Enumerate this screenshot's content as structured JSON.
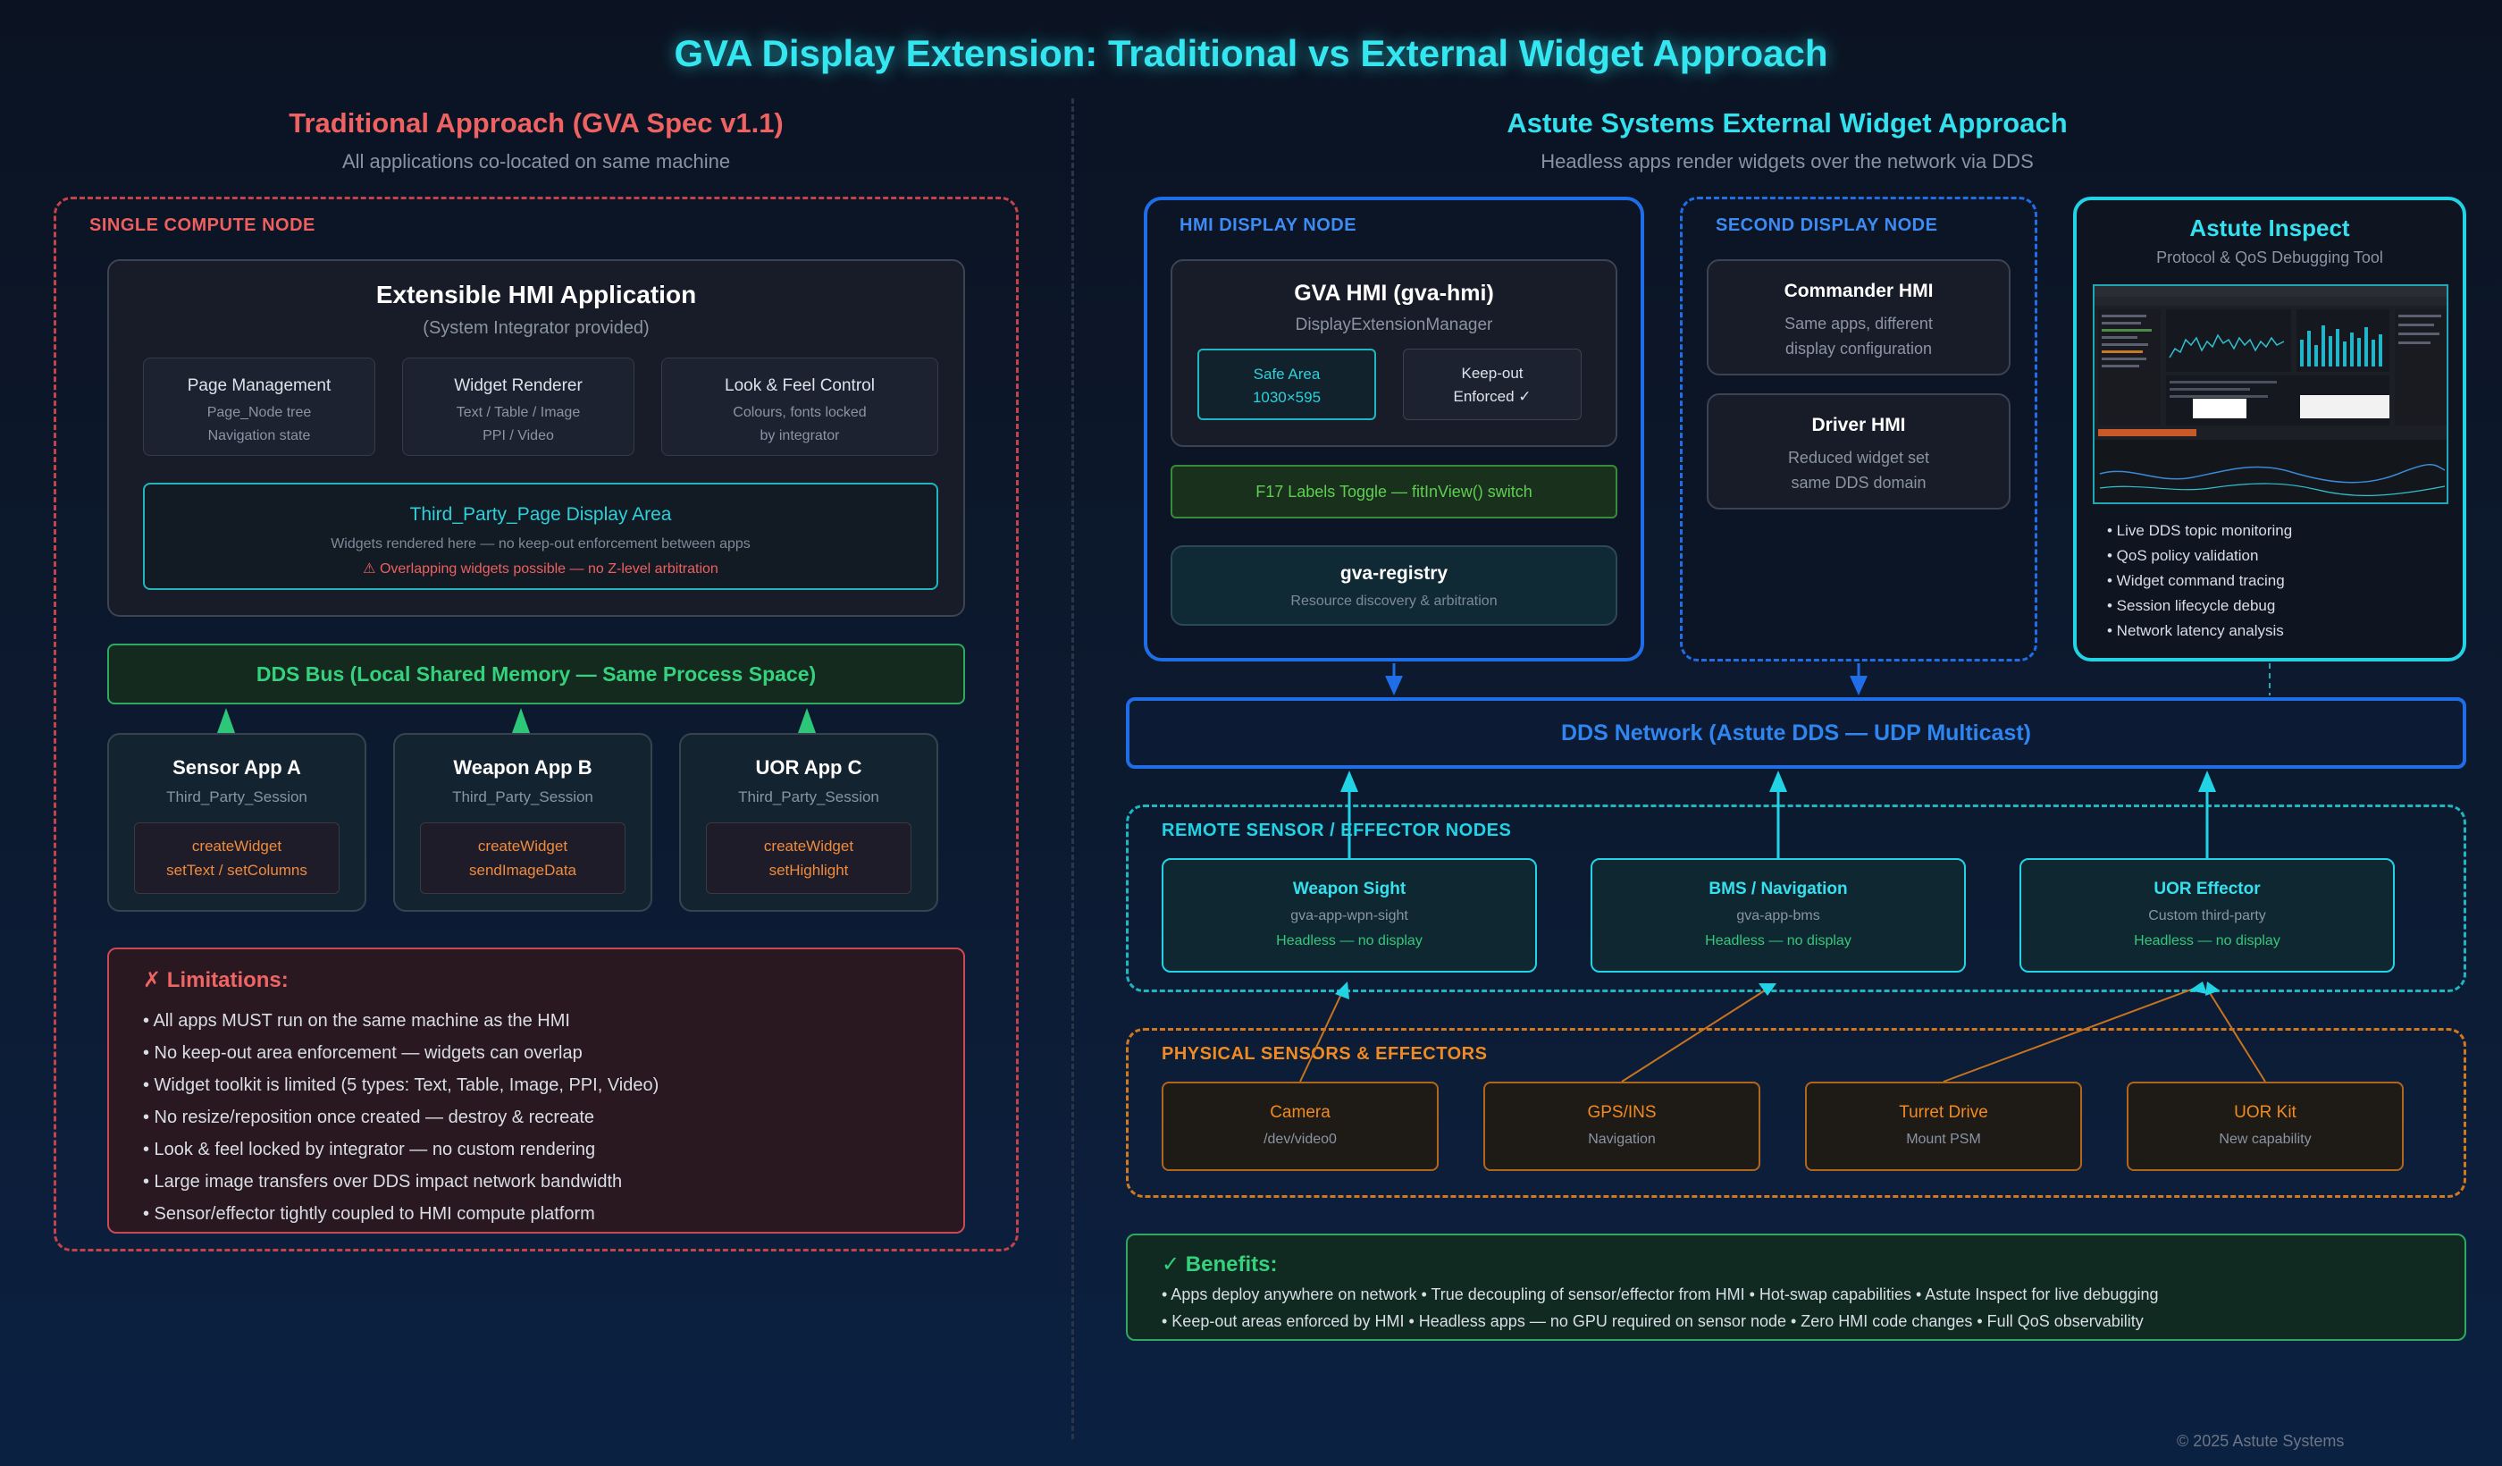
{
  "title": "GVA Display Extension: Traditional vs External Widget Approach",
  "left": {
    "heading": "Traditional Approach (GVA Spec v1.1)",
    "subheading": "All applications co-located on same machine",
    "node_label": "SINGLE COMPUTE NODE",
    "hmi": {
      "title": "Extensible HMI Application",
      "subtitle": "(System Integrator provided)",
      "modules": [
        {
          "title": "Page Management",
          "line1": "Page_Node tree",
          "line2": "Navigation state"
        },
        {
          "title": "Widget Renderer",
          "line1": "Text / Table / Image",
          "line2": "PPI / Video"
        },
        {
          "title": "Look & Feel Control",
          "line1": "Colours, fonts locked",
          "line2": "by integrator"
        }
      ],
      "display_area": {
        "title": "Third_Party_Page Display Area",
        "line1": "Widgets rendered here — no keep-out enforcement between apps",
        "warning": "⚠ Overlapping widgets possible — no Z-level arbitration"
      }
    },
    "bus": "DDS Bus (Local Shared Memory — Same Process Space)",
    "apps": [
      {
        "title": "Sensor App A",
        "session": "Third_Party_Session",
        "code1": "createWidget",
        "code2": "setText / setColumns"
      },
      {
        "title": "Weapon App B",
        "session": "Third_Party_Session",
        "code1": "createWidget",
        "code2": "sendImageData"
      },
      {
        "title": "UOR App C",
        "session": "Third_Party_Session",
        "code1": "createWidget",
        "code2": "setHighlight"
      }
    ],
    "limitations": {
      "title": "✗ Limitations:",
      "items": [
        "• All apps MUST run on the same machine as the HMI",
        "• No keep-out area enforcement — widgets can overlap",
        "• Widget toolkit is limited (5 types: Text, Table, Image, PPI, Video)",
        "• No resize/reposition once created — destroy & recreate",
        "• Look & feel locked by integrator — no custom rendering",
        "• Large image transfers over DDS impact network bandwidth",
        "• Sensor/effector tightly coupled to HMI compute platform"
      ]
    }
  },
  "right": {
    "heading": "Astute Systems External Widget Approach",
    "subheading": "Headless apps render widgets over the network via DDS",
    "hmi_node": {
      "label": "HMI DISPLAY NODE",
      "gva_title": "GVA HMI (gva-hmi)",
      "gva_sub": "DisplayExtensionManager",
      "safe_area_line1": "Safe Area",
      "safe_area_line2": "1030×595",
      "keepout_line1": "Keep-out",
      "keepout_line2": "Enforced ✓",
      "toggle": "F17 Labels Toggle — fitInView() switch",
      "registry_title": "gva-registry",
      "registry_sub": "Resource discovery & arbitration"
    },
    "second_node": {
      "label": "SECOND DISPLAY NODE",
      "commander_title": "Commander HMI",
      "commander_line1": "Same apps, different",
      "commander_line2": "display configuration",
      "driver_title": "Driver HMI",
      "driver_line1": "Reduced widget set",
      "driver_line2": "same DDS domain"
    },
    "inspect": {
      "title": "Astute Inspect",
      "subtitle": "Protocol & QoS Debugging Tool",
      "items": [
        "• Live DDS topic monitoring",
        "• QoS policy validation",
        "• Widget command tracing",
        "• Session lifecycle debug",
        "• Network latency analysis"
      ]
    },
    "network": "DDS Network (Astute DDS — UDP Multicast)",
    "remote": {
      "label": "REMOTE SENSOR / EFFECTOR NODES",
      "nodes": [
        {
          "title": "Weapon Sight",
          "sub": "gva-app-wpn-sight",
          "status": "Headless — no display"
        },
        {
          "title": "BMS / Navigation",
          "sub": "gva-app-bms",
          "status": "Headless — no display"
        },
        {
          "title": "UOR Effector",
          "sub": "Custom third-party",
          "status": "Headless — no display"
        }
      ]
    },
    "physical": {
      "label": "PHYSICAL SENSORS & EFFECTORS",
      "items": [
        {
          "title": "Camera",
          "sub": "/dev/video0"
        },
        {
          "title": "GPS/INS",
          "sub": "Navigation"
        },
        {
          "title": "Turret Drive",
          "sub": "Mount PSM"
        },
        {
          "title": "UOR Kit",
          "sub": "New capability"
        }
      ]
    },
    "benefits": {
      "title": "✓ Benefits:",
      "line1": "• Apps deploy anywhere on network • True decoupling of sensor/effector from HMI • Hot-swap capabilities • Astute Inspect for live debugging",
      "line2": "• Keep-out areas enforced by HMI • Headless apps — no GPU required on sensor node • Zero HMI code changes • Full QoS observability"
    }
  },
  "footer": "© 2025 Astute Systems",
  "colors": {
    "red": "#e25b5b",
    "cyan": "#22d3e6",
    "blue": "#1f6ee8",
    "green": "#2ec77a",
    "orange": "#e8821e"
  }
}
